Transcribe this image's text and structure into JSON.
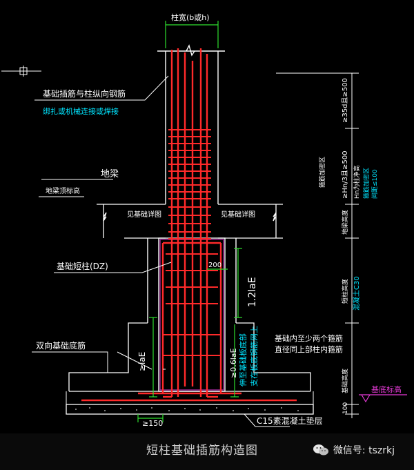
{
  "title": "短柱基础插筋构造图",
  "watermark": "微信号: tszrkj",
  "labels": {
    "column_width": "柱宽(b或h)",
    "insert_bars": "基础插筋与柱纵向钢筋",
    "connection_note": "绑扎或机械连接或焊接",
    "ground_beam": "地梁",
    "ground_beam_top": "地梁顶标高",
    "see_foundation_left": "见基础详图",
    "see_foundation_right": "见基础详图",
    "short_column": "基础短柱(DZ)",
    "two_way_bottom": "双向基础底筋",
    "la_e": "≥laE",
    "dim_150": "≥150",
    "dim_200": "200",
    "anchor_12": "1.2laE",
    "anchor_06": "≥0.6laE",
    "anchor_note_1": "伸至基础板底部",
    "anchor_note_2": "支在板底钢筋网上",
    "stirrup_note_1": "基础内至少两个箍筋",
    "stirrup_note_2": "直径同上部柱内箍筋",
    "foundation_bottom": "基底标高",
    "c15": "C15素混凝土垫层",
    "dim_100": "100"
  },
  "right_dims": {
    "d1": "≥35d且≥500",
    "d2a": "≥Hn/3且≥500",
    "d2b": "Hn为柱净高",
    "d2c": "箍筋加密区",
    "d2d": "间距≤100",
    "d3": "地梁高度",
    "d4a": "短柱高度",
    "d4b": "混凝土C30",
    "d5": "基础高度"
  },
  "colors": {
    "rebar": "#ff2a2a",
    "line": "#ffffff",
    "cyan": "#00e5ff",
    "green": "#2fe02f",
    "magenta": "#e53ad6"
  }
}
